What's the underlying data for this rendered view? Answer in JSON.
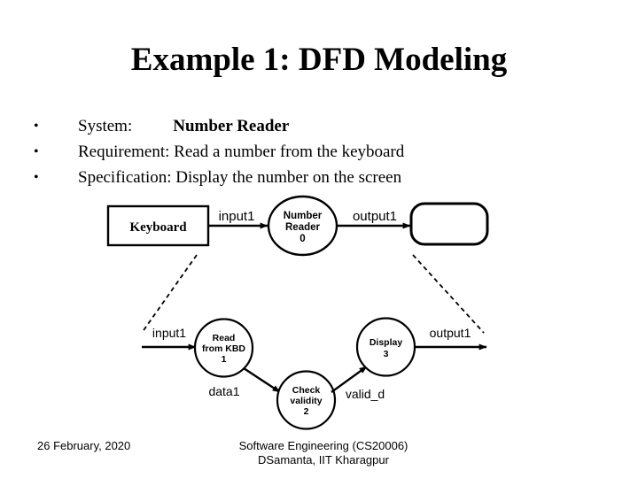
{
  "slide": {
    "title": "Example 1: DFD Modeling"
  },
  "bullets": [
    {
      "marker": "•",
      "label": "System:",
      "emphasis": "Number Reader"
    },
    {
      "marker": "•",
      "label": "Requirement: Read a  number from the keyboard",
      "emphasis": ""
    },
    {
      "marker": "•",
      "label": "Specification: Display the number on the screen",
      "emphasis": ""
    }
  ],
  "diagram": {
    "level0": {
      "external_entity": "Keyboard",
      "process": {
        "name_line1": "Number",
        "name_line2": "Reader",
        "number": "0"
      },
      "sink": "",
      "flow_in": "input1",
      "flow_out": "output1"
    },
    "level1": {
      "flow_in": "input1",
      "flow_out": "output1",
      "processes": [
        {
          "name_line1": "Read",
          "name_line2": "from KBD",
          "number": "1"
        },
        {
          "name_line1": "Check",
          "name_line2": "validity",
          "number": "2"
        },
        {
          "name_line1": "Display",
          "name_line2": "",
          "number": "3"
        }
      ],
      "flow_data1": "data1",
      "flow_valid": "valid_d"
    }
  },
  "footer": {
    "date": "26 February, 2020",
    "course": "Software Engineering (CS20006)",
    "author": "DSamanta, IIT Kharagpur"
  },
  "colors": {
    "ink": "#000000",
    "background": "#ffffff"
  }
}
